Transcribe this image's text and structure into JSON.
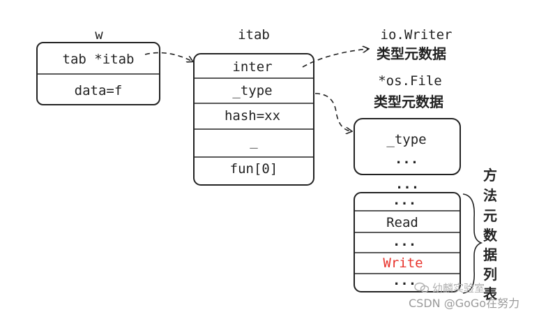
{
  "colors": {
    "stroke": "#222222",
    "text": "#222222",
    "highlight": "#e8322b",
    "watermark": "#b0b0b0"
  },
  "w": {
    "title": "w",
    "fields": [
      "tab *itab",
      "data=f"
    ]
  },
  "itab": {
    "title": "itab",
    "fields": [
      "inter",
      "_type",
      "hash=xx",
      "_",
      "fun[0]"
    ]
  },
  "io_writer": {
    "name": "io.Writer",
    "label": "类型元数据"
  },
  "os_file": {
    "name": "*os.File",
    "label": "类型元数据",
    "fields": [
      "_type",
      "..."
    ]
  },
  "gap_dots": "...",
  "method_list": {
    "fields": [
      "...",
      "Read",
      "...",
      "Write",
      "..."
    ],
    "highlighted_index": 3,
    "vertical_label": [
      "方",
      "法",
      "元",
      "数",
      "据",
      "列",
      "表"
    ]
  },
  "watermark": {
    "line1": "幼麟实验室",
    "line2": "CSDN @GoGo在努力",
    "icon": "wechat-bubble-icon"
  }
}
